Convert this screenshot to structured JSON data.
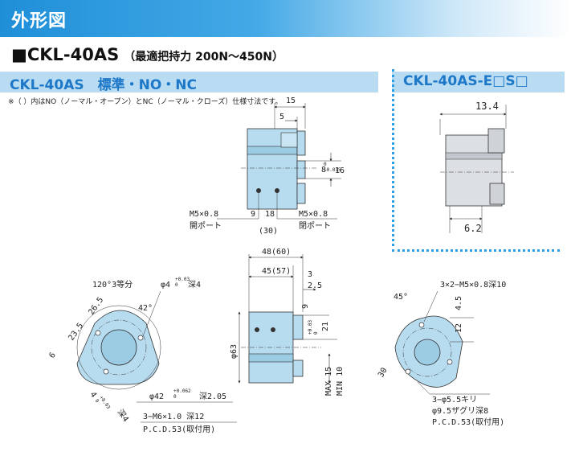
{
  "header": {
    "title": "外形図"
  },
  "model": {
    "title": "■CKL-40AS",
    "subtitle": "（最適把持力 200N～450N）"
  },
  "section_left": {
    "label": "CKL-40AS　標準・NO・NC"
  },
  "section_right": {
    "label": "CKL-40AS-E□S□"
  },
  "note": "※（  ）内はNO（ノーマル・オープン）とNC（ノーマル・クローズ）仕様寸法です。",
  "side_view": {
    "d15": "15",
    "d5": "5",
    "d8": "8",
    "tol": "0\n−0.015",
    "d16": "16",
    "m5_left": "M5×0.8",
    "port_open": "開ポート",
    "d9": "9",
    "d18": "18",
    "d30": "(30)",
    "m5_right": "M5×0.8",
    "port_close": "閉ポート"
  },
  "e_view": {
    "d134": "13.4",
    "d62": "6.2"
  },
  "front_view": {
    "pitch": "120°3等分",
    "hole": "φ4",
    "hole_tol": "+0.03\n0",
    "hole_depth": "深4",
    "ang42": "42°",
    "d265": "26.5",
    "d235": "23.5",
    "d6": "6",
    "d4": "4",
    "d4tol": "+0.03\n0",
    "depth4": "深4",
    "d42": "φ42",
    "d42tol": "+0.062\n0",
    "depth205": "深2.05",
    "tap": "3−M6×1.0 深12",
    "pcd": "P.C.D.53(取付用)"
  },
  "mid_view": {
    "d4860": "48(60)",
    "d4557": "45(57)",
    "d3": "3",
    "d25": "2.5",
    "d9": "9",
    "d21": "21",
    "d3tol": "+0.03\n0",
    "d63": "φ63",
    "max15": "MAX 15",
    "min10": "MIN 10"
  },
  "back_view": {
    "ang45": "45°",
    "tap": "3×2−M5×0.8深10",
    "d45": "4.5",
    "d12": "12",
    "d30": "30",
    "hole": "3−φ5.5キリ",
    "cbore": "φ9.5ザグリ深8",
    "pcd": "P.C.D.53(取付用)"
  }
}
